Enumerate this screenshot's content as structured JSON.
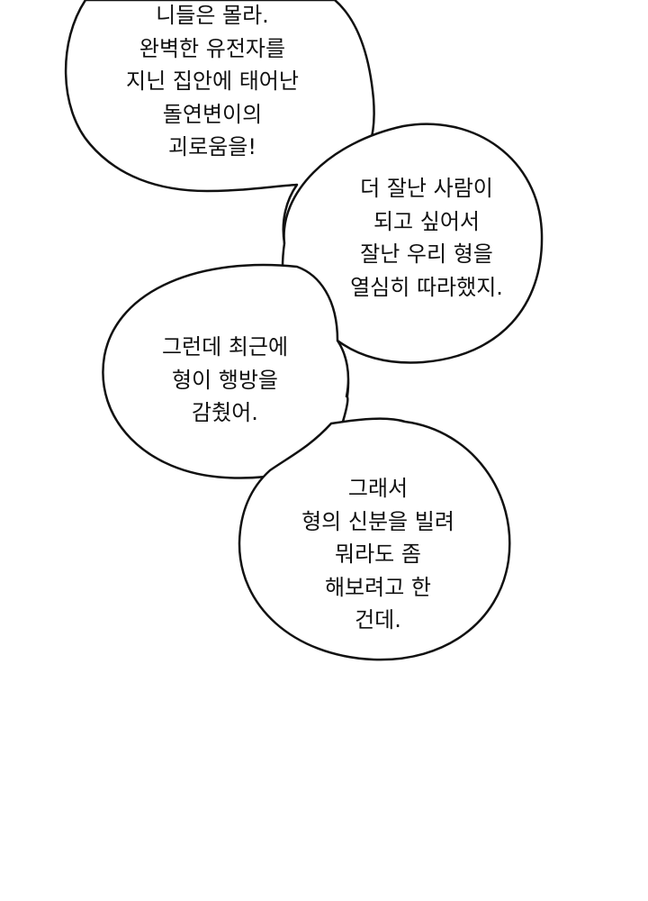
{
  "bubbles": [
    {
      "lines": [
        "니들은 몰라.",
        "완벽한 유전자를",
        "지닌 집안에 태어난",
        "돌연변이의",
        "괴로움을!"
      ]
    },
    {
      "lines": [
        "더 잘난 사람이",
        "되고 싶어서",
        "잘난 우리 형을",
        "열심히 따라했지."
      ]
    },
    {
      "lines": [
        "그런데 최근에",
        "형이 행방을",
        "감췄어."
      ]
    },
    {
      "lines": [
        "그래서",
        "형의 신분을 빌려",
        "뭐라도 좀",
        "해보려고 한",
        "건데."
      ]
    }
  ],
  "colors": {
    "background": "#ffffff",
    "outline": "#111111",
    "text": "#111111"
  }
}
